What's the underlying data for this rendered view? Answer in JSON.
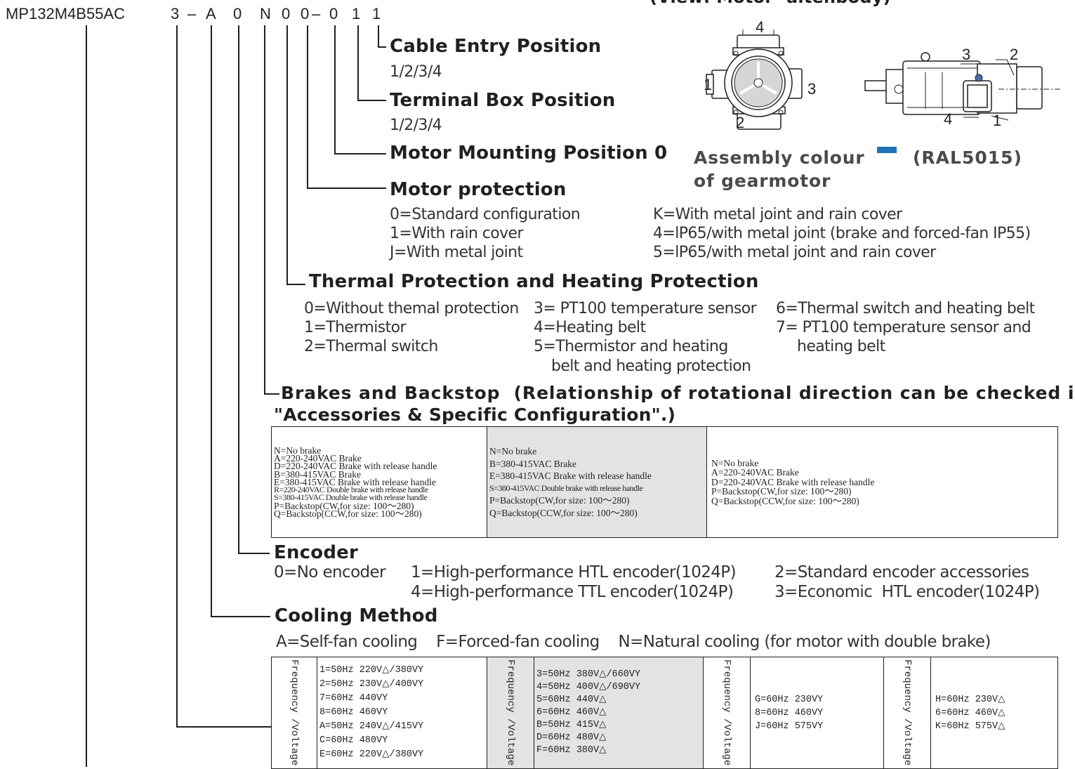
{
  "model": {
    "base": "MP132M4B55AC",
    "codes": [
      "3",
      "–",
      "A",
      "0",
      "N",
      "0",
      "0",
      "–",
      "0",
      "1",
      "1"
    ]
  },
  "header_partial": "(View: Motor- altenbody)",
  "sections": {
    "cable_entry": {
      "title": "Cable Entry Position",
      "values": "1/2/3/4"
    },
    "terminal_box": {
      "title": "Terminal Box Position",
      "values": "1/2/3/4"
    },
    "mounting": {
      "title": "Motor Mounting Position 0"
    },
    "motor_protection": {
      "title": "Motor protection",
      "left": [
        "0=Standard configuration",
        "1=With rain cover",
        "J=With metal joint"
      ],
      "right": [
        "K=With metal joint and rain cover",
        "4=lP65/with metal joint (brake and forced-fan IP55)",
        "5=lP65/with metal joint and rain cover"
      ]
    },
    "thermal": {
      "title": "Thermal Protection and Heating Protection",
      "col1": [
        "0=Without themal protection",
        "1=Thermistor",
        "2=Thermal switch"
      ],
      "col2": [
        "3= PT100 temperature sensor",
        "4=Heating belt",
        "5=Thermistor and heating",
        "belt and heating protection"
      ],
      "col3": [
        "6=Thermal switch and heating belt",
        "7= PT100 temperature sensor and",
        "heating belt"
      ]
    },
    "brakes": {
      "title_line1": "Brakes and Backstop  (Relationship of rotational direction can be checked in",
      "title_line2": "\"Accessories & Specific Configuration\".)",
      "cells": [
        [
          "N=No brake",
          "A=220-240VAC Brake",
          "D=220-240VAC Brake with release handle",
          "B=380-415VAC Brake",
          "E=380-415VAC Brake with release handle",
          "R=220-240VAC Double brake with release handle",
          "S=380-415VAC Double brake with release handle",
          "P=Backstop(CW,for size: 100～280)",
          "Q=Backstop(CCW,for size: 100～280)"
        ],
        [
          "N=No brake",
          "B=380-415VAC Brake",
          "E=380-415VAC Brake with release handle",
          "S=380-415VAC Double brake with release handle",
          "P=Backstop(CW,for size: 100～280)",
          "Q=Backstop(CCW,for size: 100～280)"
        ],
        [
          "N=No brake",
          "A=220-240VAC Brake",
          "D=220-240VAC Brake with release handle",
          "P=Backstop(CW,for size: 100～280)",
          "Q=Backstop(CCW,for size: 100～280)"
        ]
      ]
    },
    "encoder": {
      "title": "Encoder",
      "row1": [
        "0=No encoder",
        "1=High-performance HTL encoder(1024P)",
        "2=Standard encoder accessories"
      ],
      "row2": [
        "4=High-performance TTL encoder(1024P)",
        "3=Economic  HTL encoder(1024P)"
      ]
    },
    "cooling": {
      "title": "Cooling Method",
      "line": "A=Self-fan cooling    F=Forced-fan cooling    N=Natural cooling (for motor with double brake)"
    },
    "voltage": {
      "label": "Frequency /Voltage",
      "cells": [
        [
          "1=50Hz 220V△/380VY",
          "2=50Hz 230V△/400VY",
          "7=60Hz 440VY",
          "8=60Hz 460VY",
          "A=50Hz 240V△/415VY",
          "C=60Hz 480VY",
          "E=60Hz 220V△/380VY"
        ],
        [
          "3=50Hz 380V△/660VY",
          "4=50Hz 400V△/690VY",
          "5=60Hz 440V△",
          "6=60Hz 460V△",
          "B=50Hz 415V△",
          "D=60Hz 480V△",
          "F=60Hz 380V△"
        ],
        [
          "G=60Hz 230VY",
          "8=60Hz 460VY",
          "J=60Hz 575VY"
        ],
        [
          "H=60Hz 230V△",
          "6=60Hz 460V△",
          "K=60Hz 575V△"
        ]
      ]
    }
  },
  "figure": {
    "front_labels": [
      "4",
      "1",
      "3",
      "2"
    ],
    "side_labels": [
      "3",
      "2",
      "4",
      "1"
    ],
    "colour_title_1": "Assembly colour",
    "colour_title_2": "of gearmotor",
    "colour_code": "(RAL5015)",
    "colour_swatch": "#1f73b7"
  }
}
